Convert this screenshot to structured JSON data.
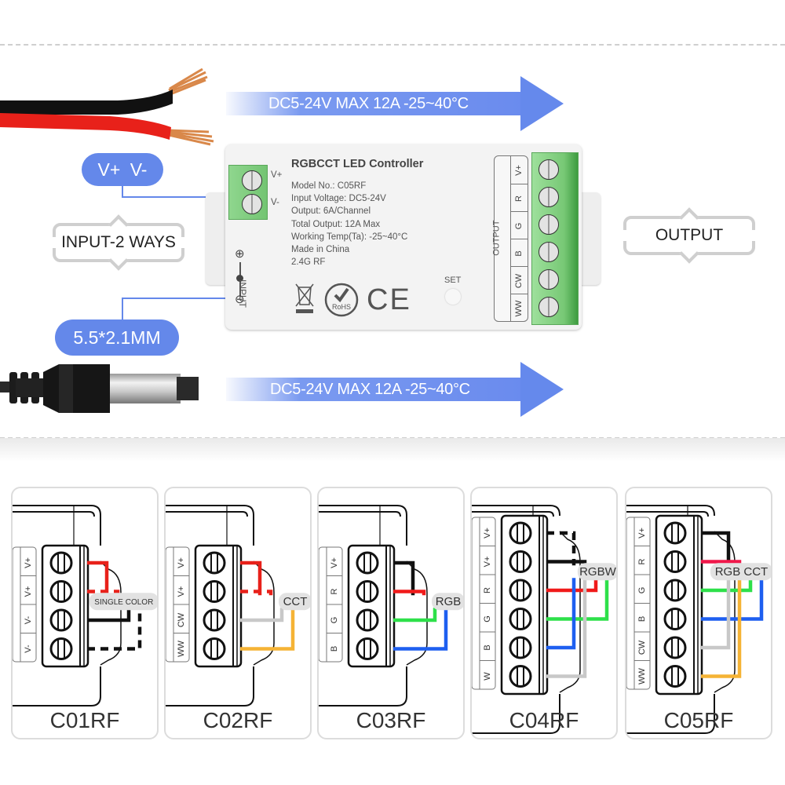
{
  "top_section": {
    "arrow_top": {
      "text": "DC5-24V  MAX 12A  -25~40°C"
    },
    "arrow_bottom": {
      "text": "DC5-24V  MAX 12A  -25~40°C"
    },
    "pill_terminal": "V+  V-",
    "pill_jack": "5.5*2.1MM",
    "bracket_input": "INPUT-2 WAYS",
    "bracket_output": "OUTPUT",
    "wire_colors": {
      "black": "#111111",
      "red": "#e8211a",
      "copper": "#d9884a"
    }
  },
  "controller": {
    "title": "RGBCCT LED Controller",
    "specs": [
      "Model No.: C05RF",
      "Input Voltage: DC5-24V",
      "Output: 6A/Channel",
      "Total Output: 12A Max",
      "Working Temp(Ta): -25~40°C",
      "Made in China",
      "2.4G RF"
    ],
    "input_terminal_labels": [
      "V+",
      "V-"
    ],
    "input_jack_label": "INPUT",
    "jack_symbols": [
      "⊕",
      "⊖"
    ],
    "set_label": "SET",
    "cert_icons": [
      "weee-icon",
      "rohs-icon",
      "ce-icon"
    ],
    "rohs_text": "RoHS",
    "ce_text": "CE",
    "output_group_label": "OUTPUT",
    "output_pins": [
      "V+",
      "R",
      "G",
      "B",
      "CW",
      "WW"
    ]
  },
  "accent_color": "#6488ea",
  "wiring_cards": [
    {
      "model": "C01RF",
      "tag": "SINGLE COLOR",
      "pins": [
        "V+",
        "V+",
        "V-",
        "V-"
      ],
      "wires": [
        {
          "from_pin": 0,
          "color": "#e8211a",
          "style": "solid"
        },
        {
          "from_pin": 1,
          "color": "#e8211a",
          "style": "dashed"
        },
        {
          "from_pin": 2,
          "color": "#111111",
          "style": "solid"
        },
        {
          "from_pin": 3,
          "color": "#111111",
          "style": "dashed"
        }
      ]
    },
    {
      "model": "C02RF",
      "tag": "CCT",
      "pins": [
        "V+",
        "V+",
        "CW",
        "WW"
      ],
      "wires": [
        {
          "from_pin": 0,
          "color": "#e8211a",
          "style": "solid"
        },
        {
          "from_pin": 1,
          "color": "#e8211a",
          "style": "dashed"
        },
        {
          "from_pin": 2,
          "color": "#c8c8c8",
          "style": "solid"
        },
        {
          "from_pin": 3,
          "color": "#f5b335",
          "style": "solid"
        }
      ]
    },
    {
      "model": "C03RF",
      "tag": "RGB",
      "pins": [
        "V+",
        "R",
        "G",
        "B"
      ],
      "wires": [
        {
          "from_pin": 0,
          "color": "#111111",
          "style": "solid"
        },
        {
          "from_pin": 1,
          "color": "#f01a1a",
          "style": "solid"
        },
        {
          "from_pin": 2,
          "color": "#2ee04a",
          "style": "solid"
        },
        {
          "from_pin": 3,
          "color": "#1e5ff0",
          "style": "solid"
        }
      ]
    },
    {
      "model": "C04RF",
      "tag": "RGBW",
      "pins": [
        "V+",
        "V+",
        "R",
        "G",
        "B",
        "W"
      ],
      "wires": [
        {
          "from_pin": 0,
          "color": "#111111",
          "style": "dashed"
        },
        {
          "from_pin": 1,
          "color": "#111111",
          "style": "solid"
        },
        {
          "from_pin": 2,
          "color": "#f01a1a",
          "style": "solid"
        },
        {
          "from_pin": 3,
          "color": "#2ee04a",
          "style": "solid"
        },
        {
          "from_pin": 4,
          "color": "#1e5ff0",
          "style": "solid"
        },
        {
          "from_pin": 5,
          "color": "#c8c8c8",
          "style": "solid"
        }
      ]
    },
    {
      "model": "C05RF",
      "tag": "RGB CCT",
      "pins": [
        "V+",
        "R",
        "G",
        "B",
        "CW",
        "WW"
      ],
      "wires": [
        {
          "from_pin": 0,
          "color": "#111111",
          "style": "solid"
        },
        {
          "from_pin": 1,
          "color": "#f0184a",
          "style": "solid"
        },
        {
          "from_pin": 2,
          "color": "#2ee04a",
          "style": "solid"
        },
        {
          "from_pin": 3,
          "color": "#1e5ff0",
          "style": "solid"
        },
        {
          "from_pin": 4,
          "color": "#c8c8c8",
          "style": "solid"
        },
        {
          "from_pin": 5,
          "color": "#f5b335",
          "style": "solid"
        }
      ]
    }
  ]
}
